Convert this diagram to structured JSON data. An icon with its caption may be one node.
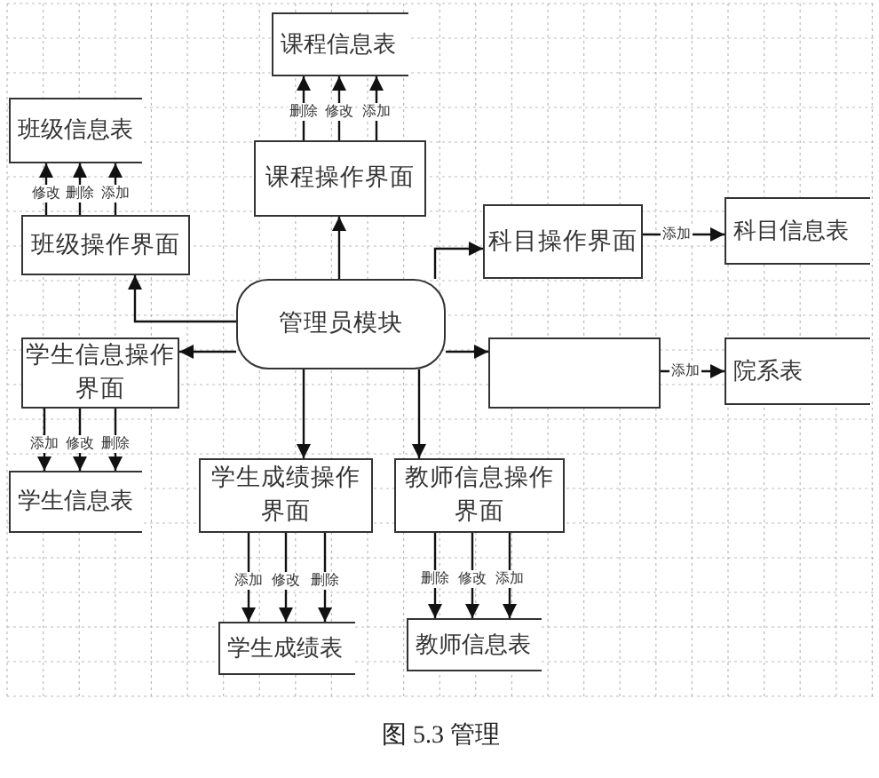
{
  "diagram": {
    "caption": "图 5.3 管理",
    "nodes": [
      {
        "text": [
          "管理员模块"
        ]
      },
      {
        "text": [
          "课程信息表"
        ]
      },
      {
        "text": [
          "课程操作界面"
        ]
      },
      {
        "text": [
          "班级信息表"
        ]
      },
      {
        "text": [
          "班级操作界面"
        ]
      },
      {
        "text": [
          "科目操作界面"
        ]
      },
      {
        "text": [
          "科目信息表"
        ]
      },
      {
        "text": [
          "学生信息操作界面"
        ]
      },
      {
        "text": [],
        "shape": "box"
      },
      {
        "text": [
          "院系表"
        ]
      },
      {
        "text": [
          "学生信息表"
        ]
      },
      {
        "text": [
          "学生成绩操作界面"
        ]
      },
      {
        "text": [
          "教师信息操作界面"
        ]
      },
      {
        "text": [
          "学生成绩表"
        ]
      },
      {
        "text": [
          "教师信息表"
        ]
      }
    ],
    "edges": [
      {
        "from": 0,
        "to": 2,
        "arrow": "to"
      },
      {
        "from": 0,
        "to": 4,
        "arrow": "to"
      },
      {
        "from": 0,
        "to": 7,
        "arrow": "to"
      },
      {
        "from": 0,
        "to": 5,
        "arrow": "to"
      },
      {
        "from": 0,
        "to": 8,
        "arrow": "to"
      },
      {
        "from": 0,
        "to": 11,
        "arrow": "to"
      },
      {
        "from": 0,
        "to": 12,
        "arrow": "to"
      },
      {
        "from": 2,
        "to": 1,
        "arrow": "to",
        "label": "删除"
      },
      {
        "from": 2,
        "to": 1,
        "arrow": "to",
        "label": "修改"
      },
      {
        "from": 2,
        "to": 1,
        "arrow": "to",
        "label": "添加"
      },
      {
        "from": 4,
        "to": 3,
        "arrow": "to",
        "label": "修改"
      },
      {
        "from": 4,
        "to": 3,
        "arrow": "to",
        "label": "删除"
      },
      {
        "from": 4,
        "to": 3,
        "arrow": "to",
        "label": "添加"
      },
      {
        "from": 5,
        "to": 6,
        "arrow": "to",
        "label": "添加"
      },
      {
        "from": 8,
        "to": 9,
        "arrow": "to",
        "label": "添加"
      },
      {
        "from": 7,
        "to": 10,
        "arrow": "to",
        "label": "添加"
      },
      {
        "from": 7,
        "to": 10,
        "arrow": "to",
        "label": "修改"
      },
      {
        "from": 7,
        "to": 10,
        "arrow": "to",
        "label": "删除"
      },
      {
        "from": 11,
        "to": 13,
        "arrow": "to",
        "label": "添加"
      },
      {
        "from": 11,
        "to": 13,
        "arrow": "to",
        "label": "修改"
      },
      {
        "from": 11,
        "to": 13,
        "arrow": "to",
        "label": "删除"
      },
      {
        "from": 12,
        "to": 14,
        "arrow": "to",
        "label": "删除"
      },
      {
        "from": 12,
        "to": 14,
        "arrow": "to",
        "label": "修改"
      },
      {
        "from": 12,
        "to": 14,
        "arrow": "to",
        "label": "添加"
      }
    ]
  }
}
